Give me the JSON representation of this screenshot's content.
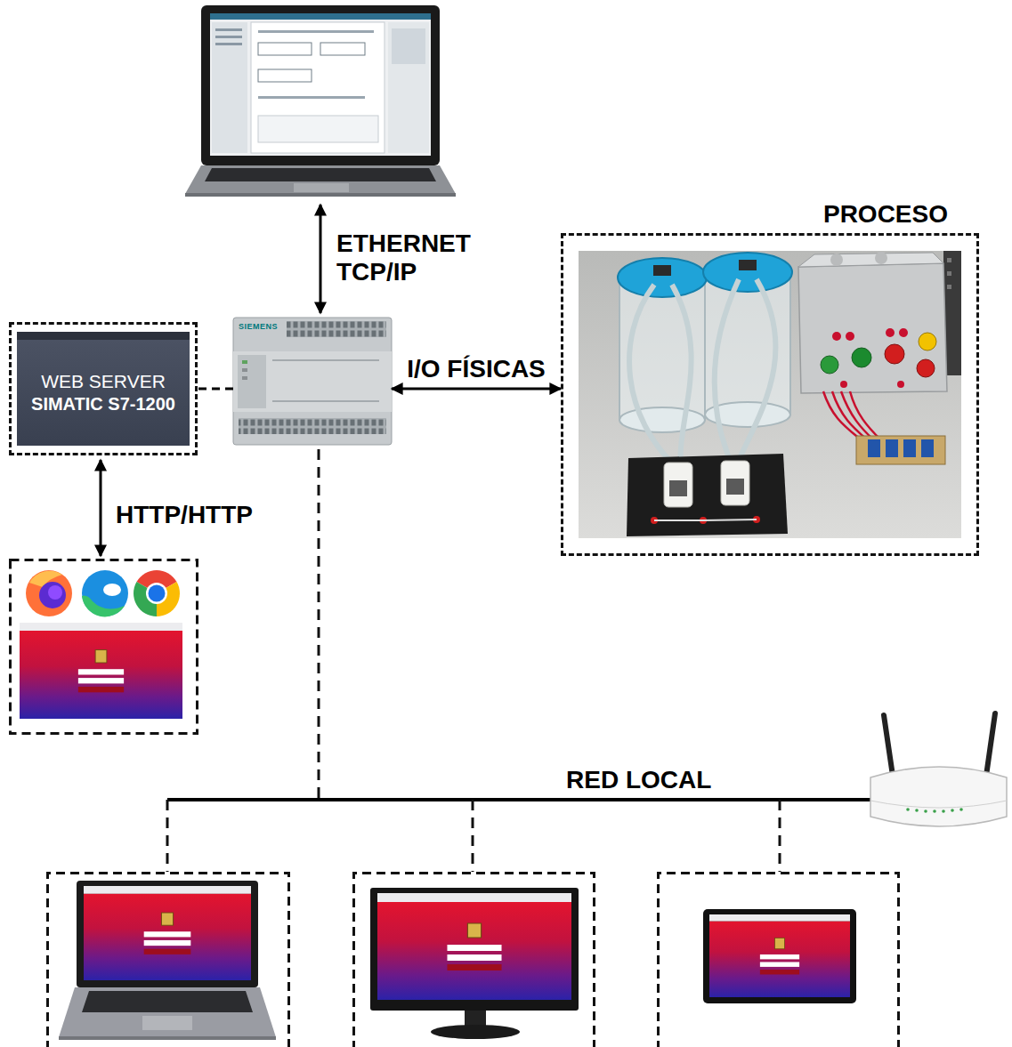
{
  "diagram": {
    "nodes": [
      {
        "text": [
          "PROCESO"
        ]
      },
      {
        "text": [
          "WEB SERVER",
          "SIMATIC S7-1200"
        ]
      },
      {
        "text": [
          "SIEMENS"
        ]
      }
    ],
    "edges": [
      {
        "from": 2,
        "to": 1,
        "arrow": "none"
      },
      {
        "from": 2,
        "to": 0,
        "arrow": "both",
        "label": "I/O FÍSICAS"
      }
    ],
    "labels": [
      "ETHERNET TCP/IP",
      "HTTP/HTTP",
      "RED LOCAL"
    ]
  }
}
